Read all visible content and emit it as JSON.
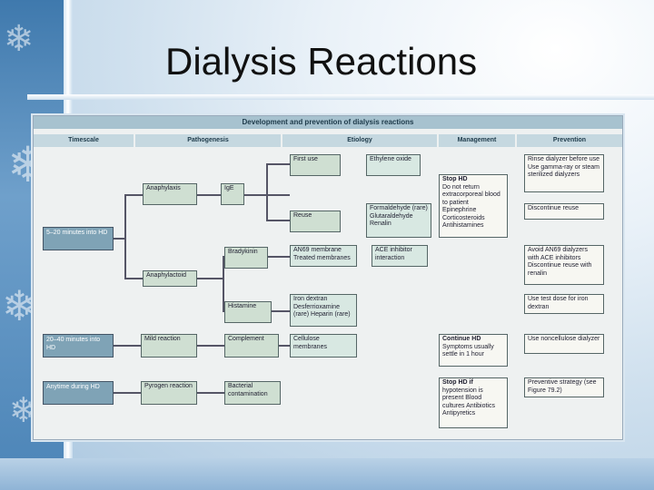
{
  "slide": {
    "title": "Dialysis Reactions"
  },
  "figure": {
    "title": "Development and prevention of dialysis reactions",
    "headers": [
      "Timescale",
      "Pathogenesis",
      "Etiology",
      "Management",
      "Prevention"
    ],
    "timescale": [
      "5–20 minutes into HD",
      "20–40 minutes into HD",
      "Anytime during HD"
    ],
    "pathogenesis": {
      "anaphylaxis": "Anaphylaxis",
      "ige": "IgE",
      "anaphylactoid": "Anaphylactoid",
      "bradykinin": "Bradykinin",
      "histamine": "Histamine",
      "mild": "Mild reaction",
      "complement": "Complement",
      "pyrogen": "Pyrogen reaction",
      "bacterial": "Bacterial contamination"
    },
    "etiology": {
      "first_use": "First use",
      "ethylene": "Ethylene oxide",
      "reuse": "Reuse",
      "reuse_agents": "Formaldehyde (rare) Glutaraldehyde Renalin",
      "an69": "AN69 membrane Treated membranes",
      "ace": "ACE inhibitor interaction",
      "iron": "Iron dextran Desferrioxamine (rare) Heparin (rare)",
      "cellulose": "Cellulose membranes"
    },
    "management": {
      "stop_hd": "Stop HD",
      "stop_hd_detail": "Do not return extracorporeal blood to patient Epinephrine Corticosteroids Antihistamines",
      "continue_hd": "Continue HD",
      "continue_detail": "Symptoms usually settle in 1 hour",
      "stop_if": "Stop HD if",
      "stop_if_detail": "hypotension is present Blood cultures Antibiotics Antipyretics"
    },
    "prevention": {
      "p1": "Rinse dialyzer before use Use gamma-ray or steam sterilized dialyzers",
      "p2": "Discontinue reuse",
      "p3": "Avoid AN69 dialyzers with ACE inhibitors Discontinue reuse with renalin",
      "p4": "Use test dose for iron dextran",
      "p5": "Use noncellulose dialyzer",
      "p6": "Preventive strategy (see Figure 79.2)"
    }
  }
}
